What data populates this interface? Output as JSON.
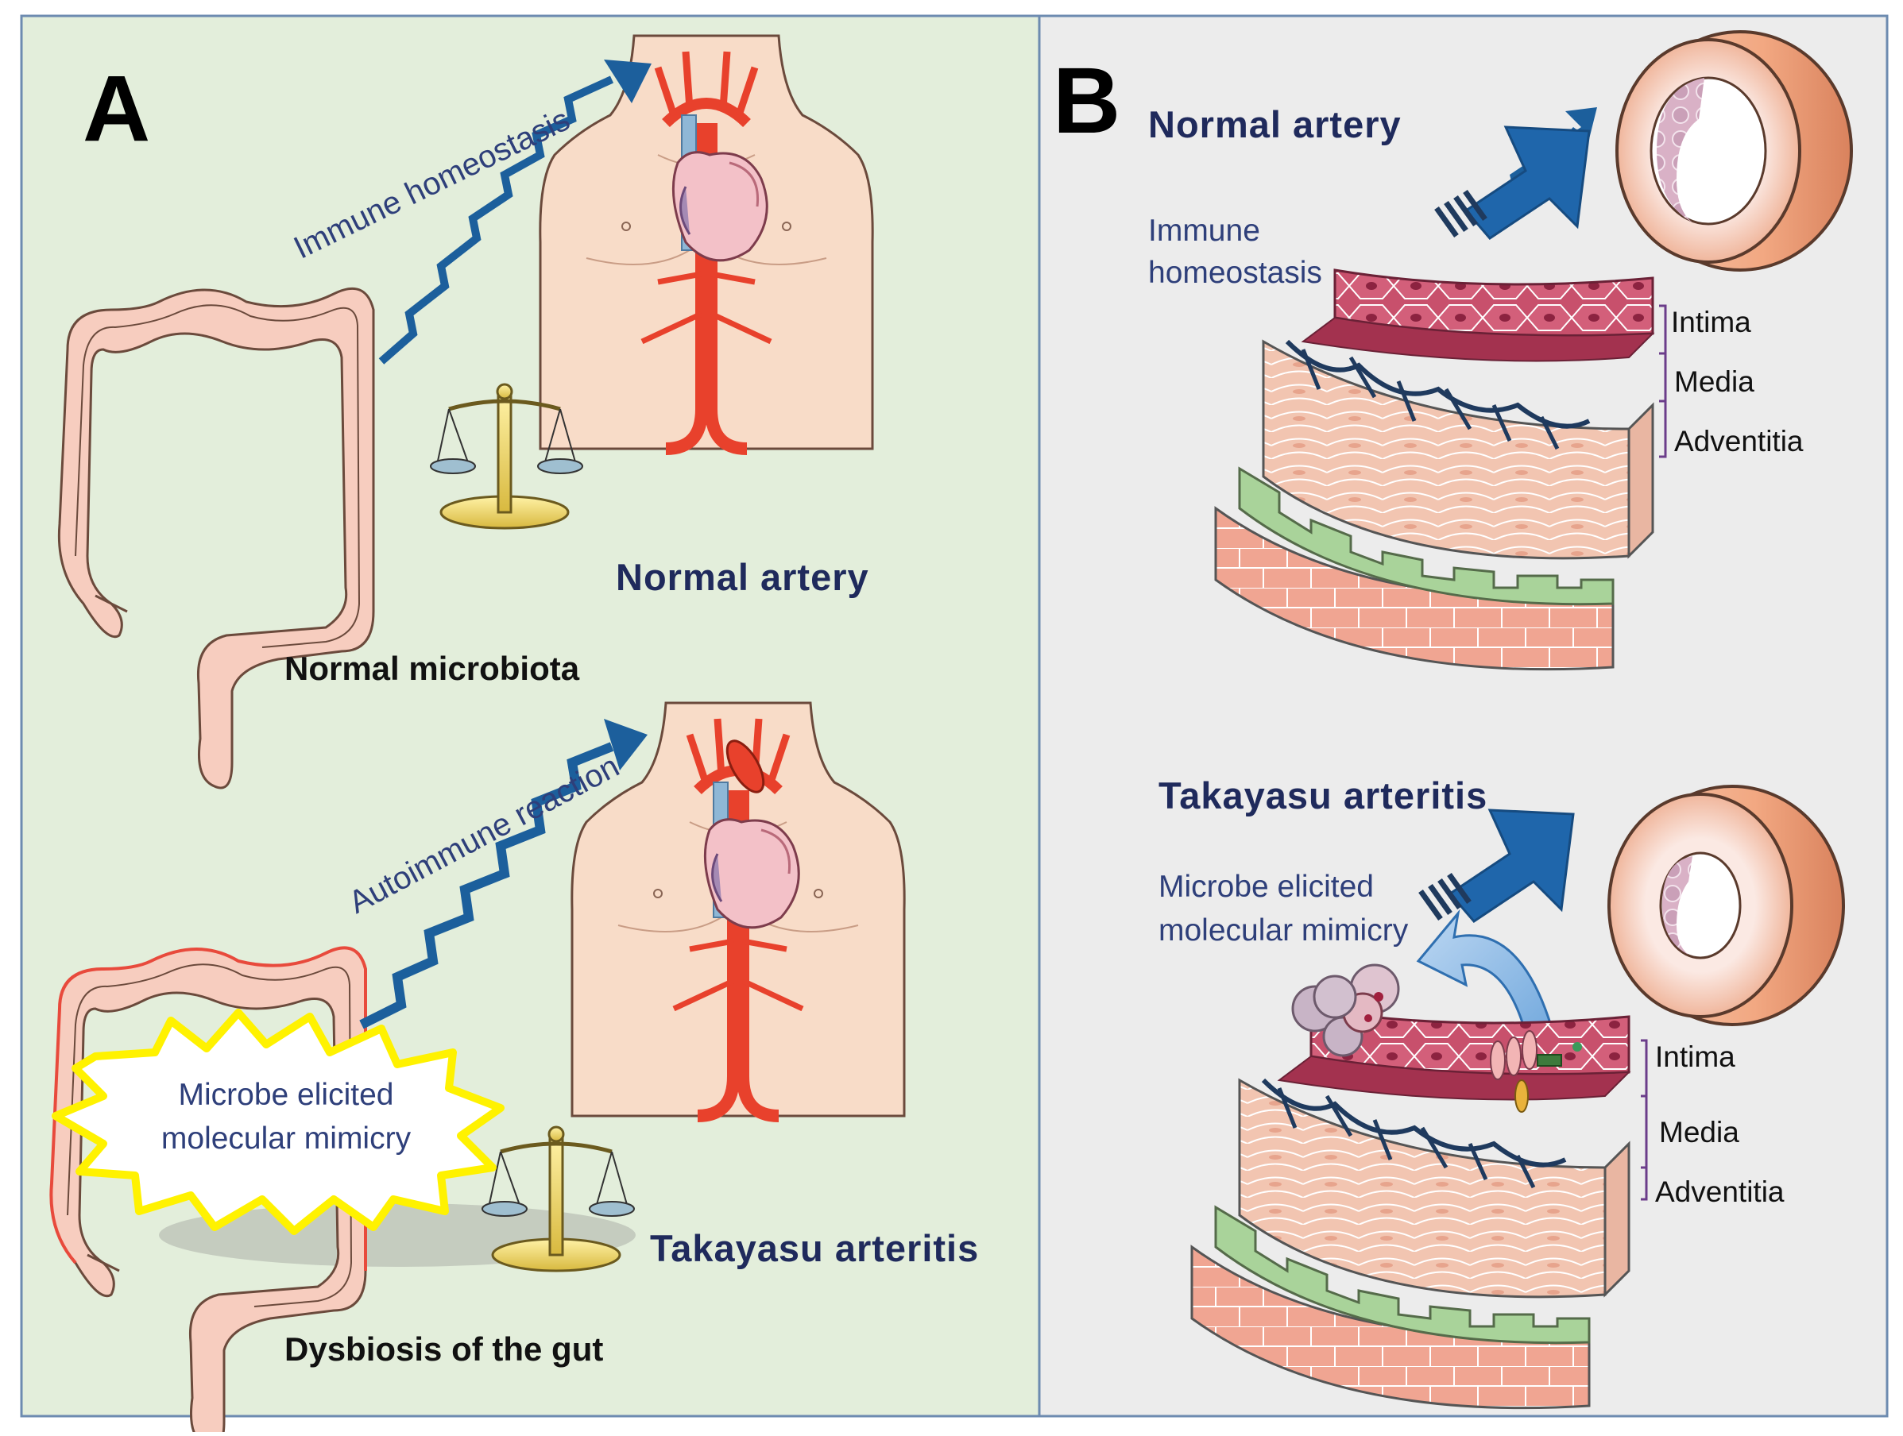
{
  "panel_a": {
    "letter": "A",
    "top": {
      "arrow_label": "Immune homeostasis",
      "organ_label": "Normal artery",
      "gut_label": "Normal microbiota"
    },
    "bottom": {
      "arrow_label": "Autoimmune reaction",
      "organ_label": "Takayasu arteritis",
      "gut_label": "Dysbiosis of the gut",
      "burst_line1": "Microbe elicited",
      "burst_line2": "molecular mimicry"
    }
  },
  "panel_b": {
    "letter": "B",
    "top": {
      "title": "Normal artery",
      "note_line1": "Immune",
      "note_line2": "homeostasis",
      "layers": [
        "Intima",
        "Media",
        "Adventitia"
      ]
    },
    "bottom": {
      "title": "Takayasu arteritis",
      "note_line1": "Microbe elicited",
      "note_line2": "molecular mimicry",
      "layers": [
        "Intima",
        "Media",
        "Adventitia"
      ]
    }
  },
  "colors": {
    "panel_a_bg": "#e3eedb",
    "panel_b_bg": "#ececec",
    "frame": "#6d8bb0",
    "arrow_blue": "#1c5f9c",
    "artery_red": "#e8412c",
    "skin": "#f8dcc8",
    "title_navy": "#1f2a5c"
  },
  "icons": [
    "colon-icon",
    "torso-icon",
    "heart-icon",
    "balance-scale-icon",
    "squiggle-arrow-icon",
    "block-arrow-icon",
    "artery-ring-icon",
    "tissue-block-icon",
    "curved-arrow-icon",
    "bacteria-icon"
  ]
}
